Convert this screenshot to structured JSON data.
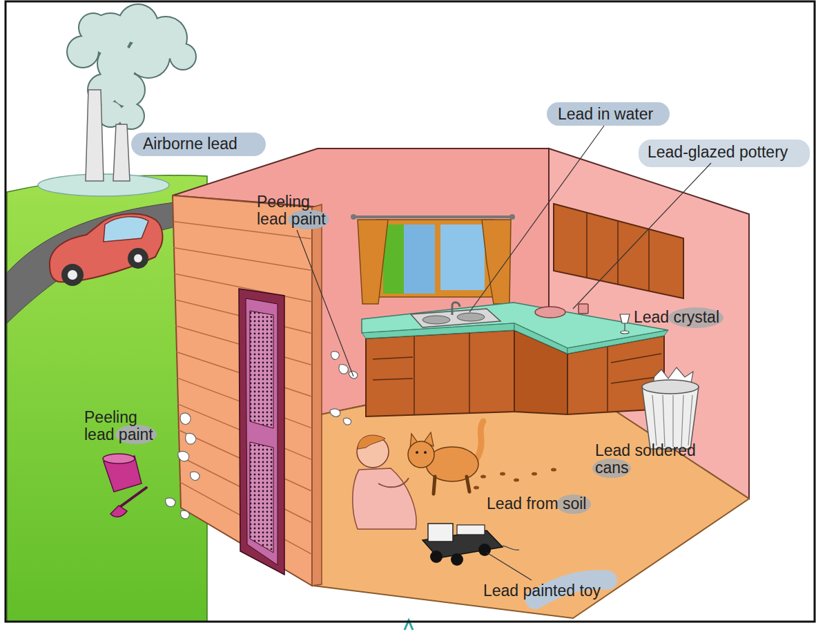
{
  "diagram": {
    "labels": [
      "Airborne lead",
      "Lead in water",
      "Lead-glazed pottery",
      "Peeling lead paint",
      "Lead crystal",
      "Peeling lead paint",
      "Lead soldered cans",
      "Lead from soil",
      "Lead painted toy"
    ]
  }
}
